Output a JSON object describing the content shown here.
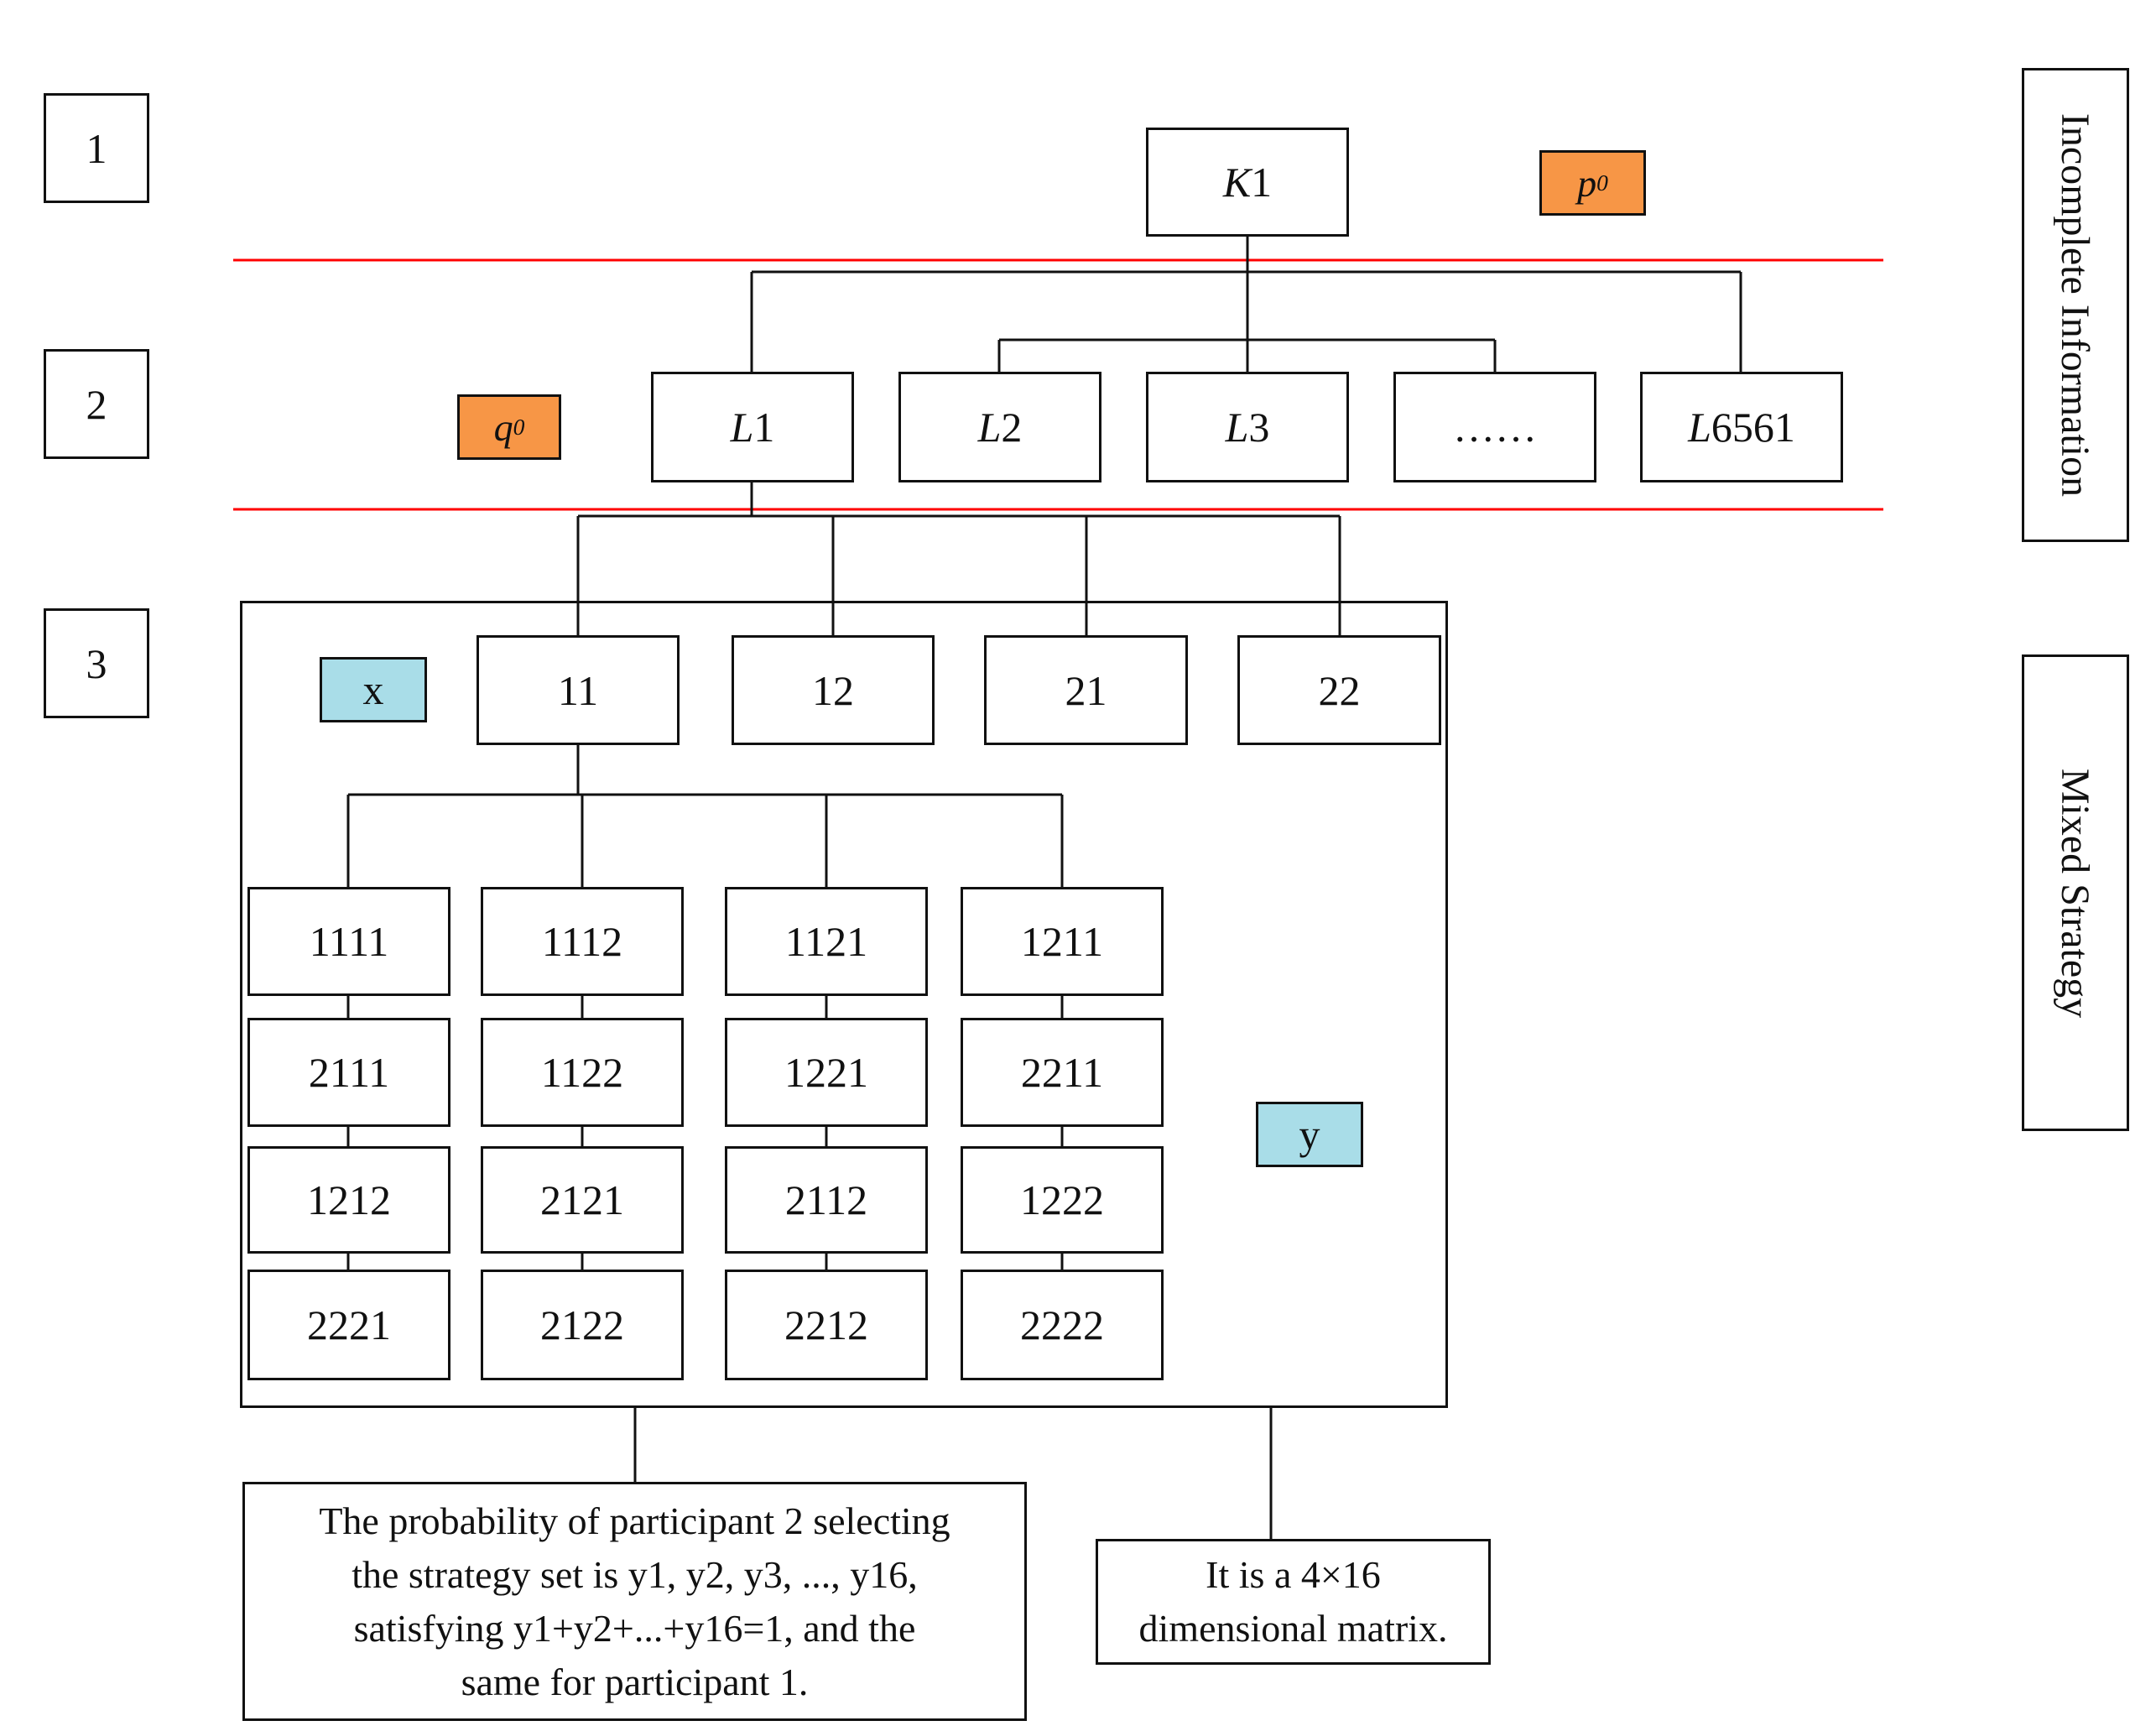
{
  "levels": [
    "1",
    "2",
    "3"
  ],
  "side_labels": {
    "top": "Incomplete Information",
    "bottom": "Mixed Strategy"
  },
  "root": {
    "label": "K",
    "number": "1"
  },
  "p_marker": {
    "letter": "p",
    "subscript": "0"
  },
  "q_marker": {
    "letter": "q",
    "subscript": "0"
  },
  "level2_nodes": [
    {
      "label": "L",
      "number": "1"
    },
    {
      "label": "L",
      "number": "2"
    },
    {
      "label": "L",
      "number": "3"
    },
    {
      "label": "",
      "number": "……"
    },
    {
      "label": "L",
      "number": "6561"
    }
  ],
  "x_marker": "x",
  "y_marker": "y",
  "level3_nodes": [
    "11",
    "12",
    "21",
    "22"
  ],
  "strategy_grid": [
    [
      "1111",
      "2111",
      "1212",
      "2221"
    ],
    [
      "1112",
      "1122",
      "2121",
      "2122"
    ],
    [
      "1121",
      "1221",
      "2112",
      "2212"
    ],
    [
      "1211",
      "2211",
      "1222",
      "2222"
    ]
  ],
  "notes": {
    "probability": "The probability of participant 2 selecting\nthe strategy set is y1, y2, y3, ..., y16,\nsatisfying y1+y2+...+y16=1, and the\nsame for participant 1.",
    "matrix": "It is a 4×16\ndimensional matrix."
  },
  "colors": {
    "separator": "#ff0000",
    "orange_marker": "#f79646",
    "cyan_marker": "#a9dde8"
  }
}
